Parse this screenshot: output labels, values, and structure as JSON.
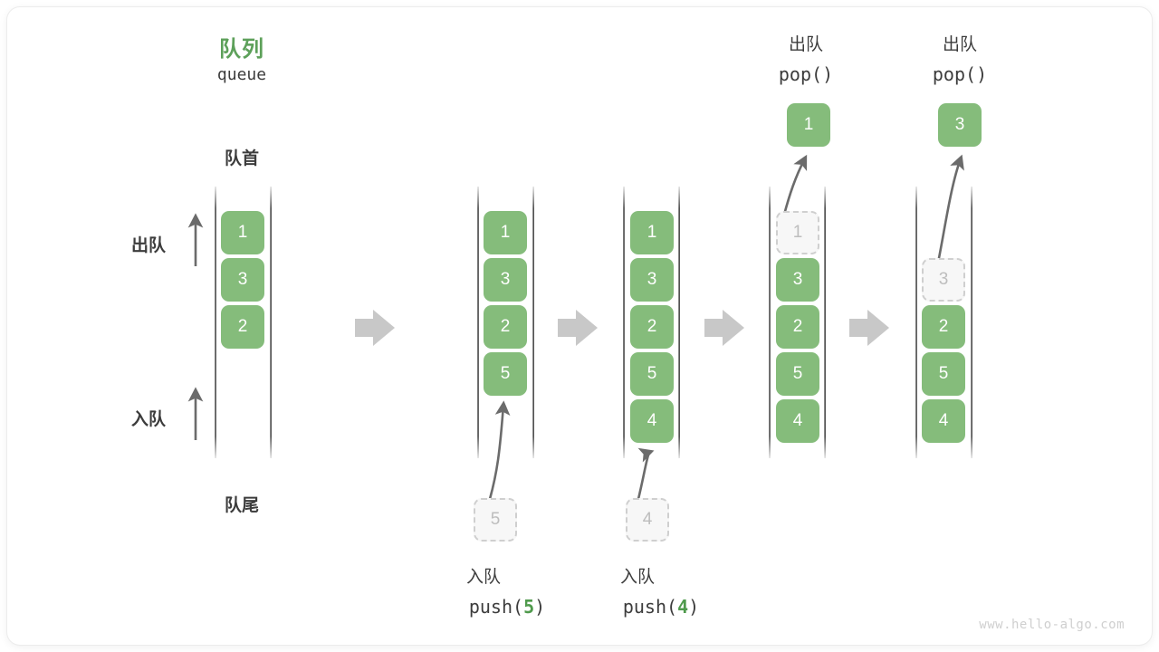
{
  "meta": {
    "watermark": "www.hello-algo.com"
  },
  "title": {
    "cn": "队列",
    "en": "queue"
  },
  "side_labels": {
    "front": "队首",
    "rear": "队尾",
    "dequeue": "出队",
    "enqueue": "入队"
  },
  "op_labels": {
    "pop1_cn": "出队",
    "pop1_code_pre": "pop(",
    "pop1_code_arg": "",
    "pop1_code_post": ")",
    "pop2_cn": "出队",
    "pop2_code_pre": "pop(",
    "pop2_code_arg": "",
    "pop2_code_post": ")",
    "push1_cn": "入队",
    "push1_code_pre": "push(",
    "push1_code_arg": "5",
    "push1_code_post": ")",
    "push2_cn": "入队",
    "push2_code_pre": "push(",
    "push2_code_arg": "4",
    "push2_code_post": ")"
  },
  "colors": {
    "accent_green": "#85bc7b",
    "title_green": "#5da05a",
    "code_green": "#4f9a4c",
    "text_dark": "#3c3c3c",
    "ghost_border": "#cfcfcf",
    "ghost_fill": "#f7f7f7",
    "ghost_text": "#bdbdbd",
    "rail": "#4a4a4a",
    "flow_arrow": "#c8c8c8",
    "motion_arrow": "#6b6b6b",
    "watermark": "#cfcfcf"
  },
  "chart_data": {
    "type": "diagram",
    "title": "队列 queue",
    "description": "Queue push/pop operation sequence across five states",
    "states": [
      {
        "name": "initial",
        "cells": [
          "1",
          "3",
          "2"
        ],
        "ghost": null
      },
      {
        "name": "after-push-5",
        "cells": [
          "1",
          "3",
          "2",
          "5"
        ],
        "ghost": {
          "value": "5",
          "position": "below-tail"
        }
      },
      {
        "name": "after-push-4",
        "cells": [
          "1",
          "3",
          "2",
          "5",
          "4"
        ],
        "ghost": {
          "value": "4",
          "position": "below-tail"
        }
      },
      {
        "name": "after-pop-1",
        "cells": [
          "3",
          "2",
          "5",
          "4"
        ],
        "ghost": {
          "value": "1",
          "position": "head-slot-0"
        },
        "popped": "1"
      },
      {
        "name": "after-pop-3",
        "cells": [
          "2",
          "5",
          "4"
        ],
        "ghost": {
          "value": "3",
          "position": "head-slot-1"
        },
        "popped": "3"
      }
    ]
  },
  "queues": [
    {
      "id": "q1",
      "cells": [
        {
          "value": "1"
        },
        {
          "value": "3"
        },
        {
          "value": "2"
        }
      ]
    },
    {
      "id": "q2",
      "cells": [
        {
          "value": "1"
        },
        {
          "value": "3"
        },
        {
          "value": "2"
        },
        {
          "value": "5"
        }
      ],
      "incoming": {
        "value": "5"
      }
    },
    {
      "id": "q3",
      "cells": [
        {
          "value": "1"
        },
        {
          "value": "3"
        },
        {
          "value": "2"
        },
        {
          "value": "5"
        },
        {
          "value": "4"
        }
      ],
      "incoming": {
        "value": "4"
      }
    },
    {
      "id": "q4",
      "cells": [
        {
          "value": "1",
          "ghost": true
        },
        {
          "value": "3"
        },
        {
          "value": "2"
        },
        {
          "value": "5"
        },
        {
          "value": "4"
        }
      ],
      "outgoing": {
        "value": "1"
      }
    },
    {
      "id": "q5",
      "cells": [
        {
          "value": "3",
          "ghost": true
        },
        {
          "value": "2"
        },
        {
          "value": "5"
        },
        {
          "value": "4"
        }
      ],
      "outgoing": {
        "value": "3"
      }
    }
  ]
}
